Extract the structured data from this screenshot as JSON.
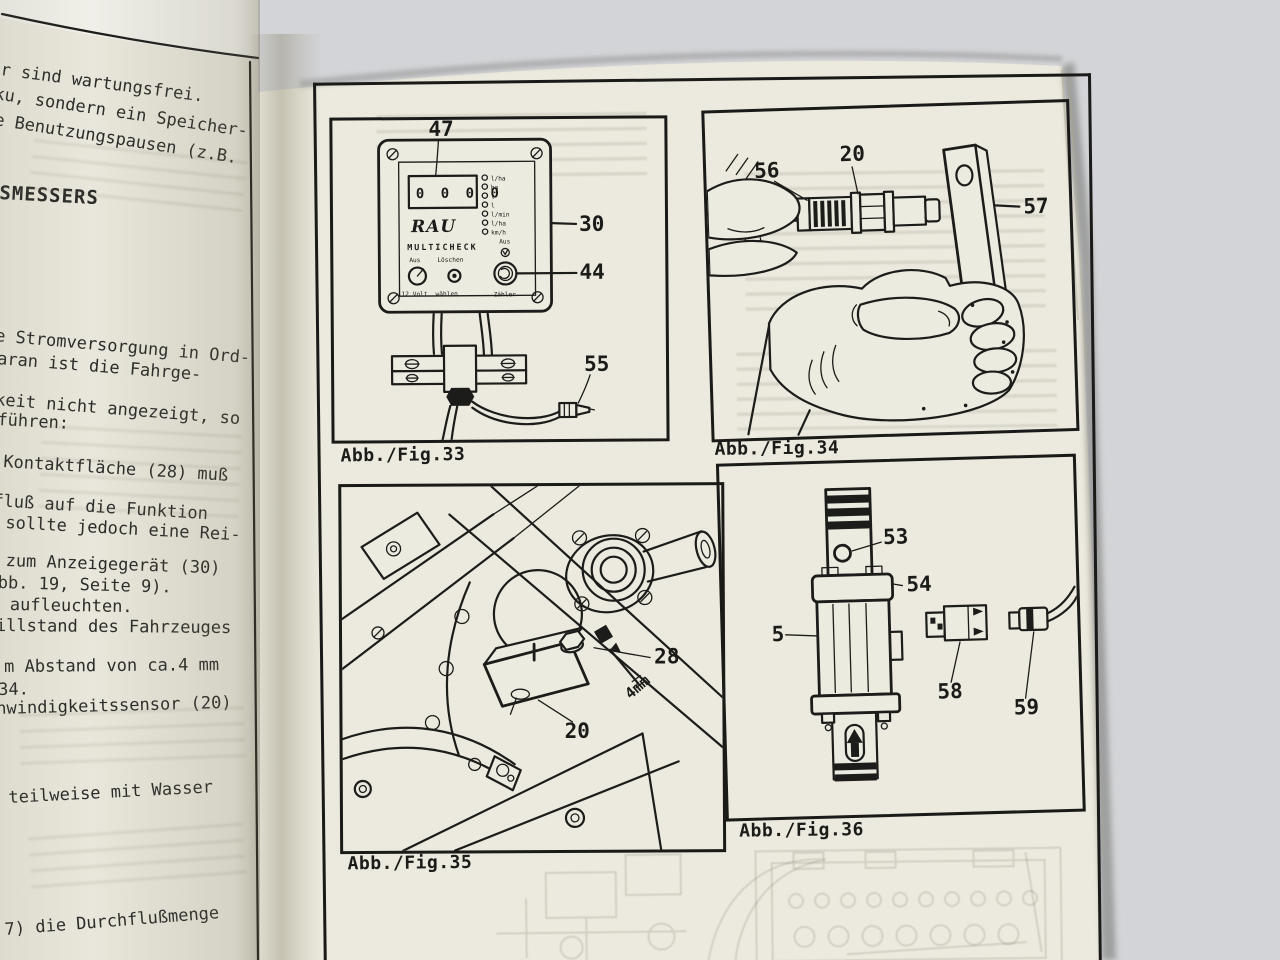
{
  "colors": {
    "desk": "#d3d4d7",
    "page": "#ebe9de",
    "ink": "#1b1b19"
  },
  "left_page": {
    "lines": [
      "r sind wartungsfrei.",
      "ku, sondern ein Speicher-",
      "e Benutzungspausen (z.B.",
      "SMESSERS",
      "e Stromversorgung in Ord-",
      "aran ist die Fahrge-",
      "keit nicht angezeigt, so",
      "führen:",
      "Kontaktfläche (28) muß",
      "fluß auf die Funktion",
      "sollte jedoch eine Rei-",
      "zum Anzeigegerät (30)",
      "bb. 19, Seite 9).",
      "aufleuchten.",
      "illstand des Fahrzeuges",
      "m Abstand von ca.4 mm",
      "34.",
      "hwindigkeitssensor (20)",
      "teilweise mit Wasser",
      "7) die Durchflußmenge"
    ]
  },
  "figures": {
    "fig33": {
      "caption": "Abb./Fig.33",
      "labels": {
        "c47": "47",
        "c30": "30",
        "c44": "44",
        "c55": "55"
      },
      "device": {
        "display_value": "0 0 0 0",
        "brand": "RAU",
        "model": "MULTICHECK",
        "indicators": [
          "l/ha",
          "ha",
          "l",
          "l",
          "l/min",
          "l/ha",
          "km/h"
        ],
        "power_top": "Aus",
        "power_bottom": "12 Volt",
        "clear_top": "Löschen",
        "clear_bottom": "wählen",
        "selector_top": "Aus",
        "selector_bottom": "Zähler"
      }
    },
    "fig34": {
      "caption": "Abb./Fig.34",
      "labels": {
        "c56": "56",
        "c20": "20",
        "c57": "57"
      }
    },
    "fig35": {
      "caption": "Abb./Fig.35",
      "labels": {
        "c28": "28",
        "c20": "20",
        "gap": "4mm"
      }
    },
    "fig36": {
      "caption": "Abb./Fig.36",
      "labels": {
        "c53": "53",
        "c54": "54",
        "c5": "5",
        "c58": "58",
        "c59": "59"
      }
    }
  }
}
